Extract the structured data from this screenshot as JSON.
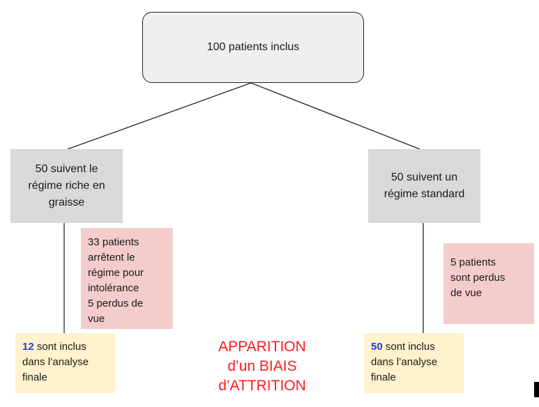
{
  "root": {
    "label": "100 patients inclus"
  },
  "arm_fat": {
    "lines": [
      "50 suivent le",
      "régime riche en",
      "graisse"
    ]
  },
  "arm_standard": {
    "lines": [
      "50 suivent un",
      "régime standard"
    ]
  },
  "loss_fat": {
    "lines": [
      "33 patients",
      "arrêtent le",
      "régime pour",
      "intolérance",
      "5 perdus de",
      "vue"
    ]
  },
  "loss_standard": {
    "lines": [
      "5 patients",
      "sont perdus",
      "de vue"
    ]
  },
  "final_fat": {
    "count": "12",
    "first_line_rest": " sont inclus",
    "lines": [
      "dans l’analyse",
      "finale"
    ]
  },
  "final_standard": {
    "count": "50",
    "first_line_rest": " sont inclus",
    "lines": [
      "dans l’analyse",
      "finale"
    ]
  },
  "bias_label": {
    "lines": [
      "APPARITION",
      "d’un BIAIS",
      "d’ATTRITION"
    ]
  },
  "colors": {
    "root_fill": "#efefef",
    "arm_fill": "#d9d9d9",
    "loss_fill": "#f4cccc",
    "final_fill": "#fff2cc",
    "count_color": "#1f3ddf",
    "bias_color": "#ff1a1a"
  }
}
